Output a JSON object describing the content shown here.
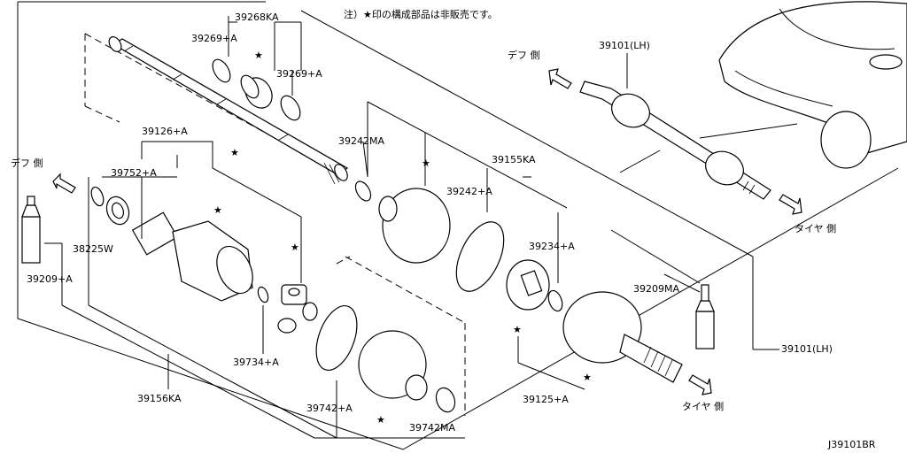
{
  "note": "注）★印の構成部品は非販売です。",
  "diagram_code": "J39101BR",
  "directions": {
    "diff_left": "デフ 側",
    "diff_top": "デフ 側",
    "tire_top": "タイヤ 側",
    "tire_bottom": "タイヤ 側"
  },
  "star_symbol": "★",
  "part_labels": {
    "p39268KA": "39268KA",
    "p39269A_1": "39269+A",
    "p39269A_2": "39269+A",
    "p39126A": "39126+A",
    "p39752A": "39752+A",
    "p38225W": "38225W",
    "p39209A": "39209+A",
    "p39156KA": "39156KA",
    "p39734A": "39734+A",
    "p39742A": "39742+A",
    "p39742MA": "39742MA",
    "p39242MA": "39242MA",
    "p39242A": "39242+A",
    "p39155KA": "39155KA",
    "p39234A": "39234+A",
    "p39209MA": "39209MA",
    "p39101LH_top": "39101(LH)",
    "p39101LH_right": "39101(LH)",
    "p39125A": "39125+A"
  }
}
